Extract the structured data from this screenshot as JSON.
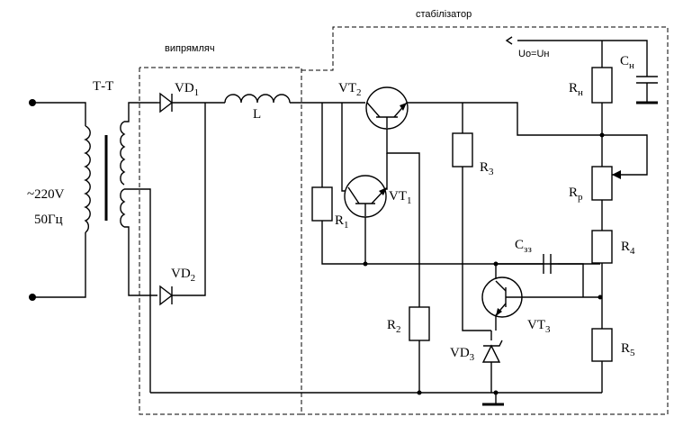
{
  "blocks": {
    "rectifier": "випрямляч",
    "stabilizer": "стабілізатор"
  },
  "input": {
    "voltage": "~220V",
    "frequency": "50Гц"
  },
  "output_label": "Uo=Uн",
  "components": {
    "transformer": {
      "main": "Т-Т",
      "sub": ""
    },
    "vd1": {
      "main": "VD",
      "sub": "1"
    },
    "vd2": {
      "main": "VD",
      "sub": "2"
    },
    "vd3": {
      "main": "VD",
      "sub": "3"
    },
    "inductor": {
      "main": "L",
      "sub": ""
    },
    "vt1": {
      "main": "VT",
      "sub": "1"
    },
    "vt2": {
      "main": "VT",
      "sub": "2"
    },
    "vt3": {
      "main": "VT",
      "sub": "3"
    },
    "r1": {
      "main": "R",
      "sub": "1"
    },
    "r2": {
      "main": "R",
      "sub": "2"
    },
    "r3": {
      "main": "R",
      "sub": "3"
    },
    "r4": {
      "main": "R",
      "sub": "4"
    },
    "r5": {
      "main": "R",
      "sub": "5"
    },
    "rp": {
      "main": "R",
      "sub": "р"
    },
    "rn": {
      "main": "R",
      "sub": "н"
    },
    "cn": {
      "main": "C",
      "sub": "н"
    },
    "czz": {
      "main": "C",
      "sub": "зз"
    }
  }
}
